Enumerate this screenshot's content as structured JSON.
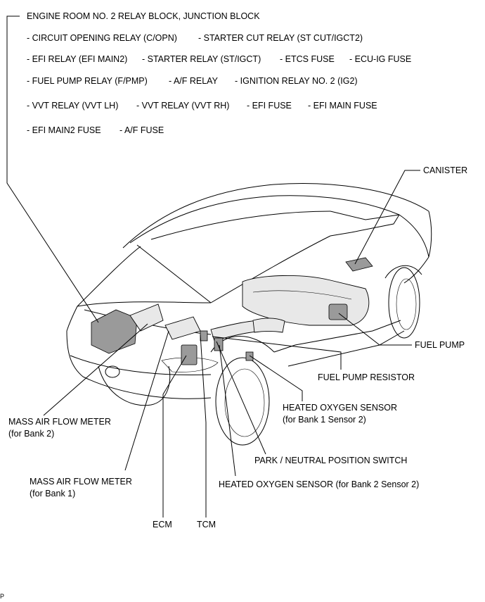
{
  "labels": {
    "relay_block": "ENGINE ROOM NO. 2 RELAY BLOCK, JUNCTION BLOCK",
    "row1_a": "- CIRCUIT OPENING RELAY (C/OPN)",
    "row1_b": "- STARTER CUT RELAY (ST CUT/IGCT2)",
    "row2_a": "- EFI RELAY (EFI MAIN2)",
    "row2_b": "- STARTER RELAY (ST/IGCT)",
    "row2_c": "- ETCS FUSE",
    "row2_d": "- ECU-IG FUSE",
    "row3_a": "- FUEL PUMP RELAY (F/PMP)",
    "row3_b": "- A/F RELAY",
    "row3_c": "- IGNITION RELAY NO. 2 (IG2)",
    "row4_a": "- VVT RELAY (VVT LH)",
    "row4_b": "- VVT RELAY (VVT RH)",
    "row4_c": "- EFI FUSE",
    "row4_d": "- EFI MAIN FUSE",
    "row5_a": "- EFI MAIN2 FUSE",
    "row5_b": "- A/F FUSE",
    "canister": "CANISTER",
    "fuel_pump": "FUEL PUMP",
    "fuel_pump_resistor": "FUEL PUMP RESISTOR",
    "ho2_bank1_l1": "HEATED OXYGEN SENSOR",
    "ho2_bank1_l2": "(for Bank 1 Sensor 2)",
    "maf_bank2_l1": "MASS AIR FLOW METER",
    "maf_bank2_l2": "(for Bank 2)",
    "park_neutral": "PARK / NEUTRAL POSITION SWITCH",
    "maf_bank1_l1": "MASS AIR FLOW METER",
    "maf_bank1_l2": "(for Bank 1)",
    "ho2_bank2": "HEATED OXYGEN SENSOR (for Bank 2 Sensor 2)",
    "ecm": "ECM",
    "tcm": "TCM",
    "corner_mark": "P"
  }
}
